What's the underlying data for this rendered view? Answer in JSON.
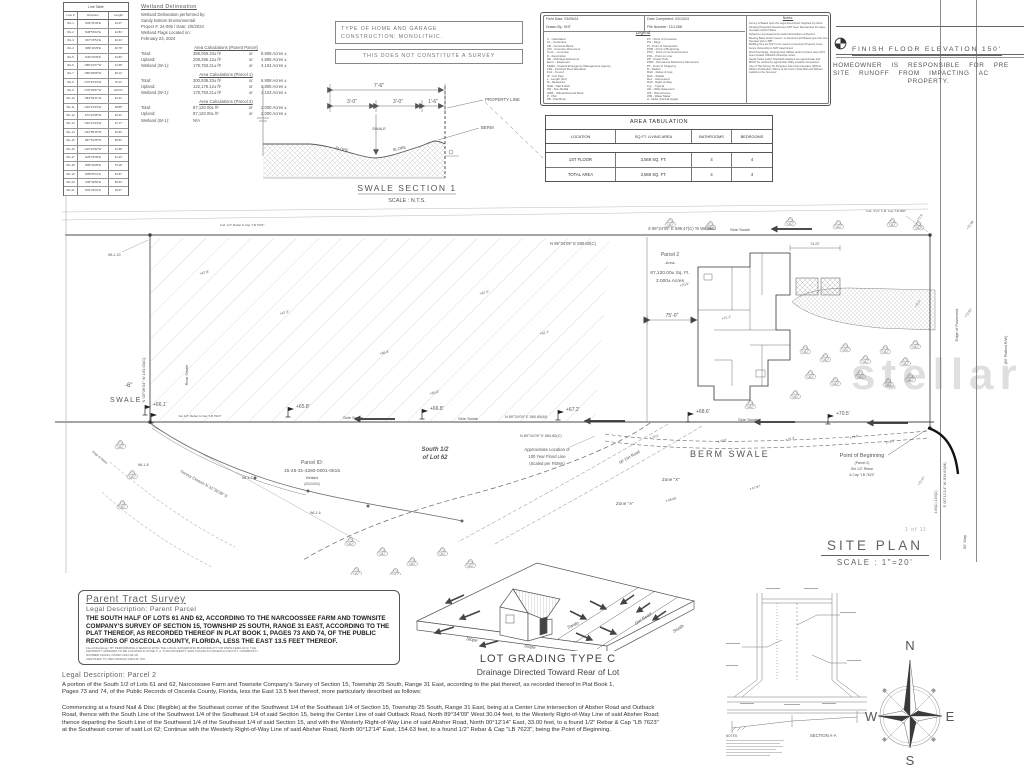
{
  "line_table": {
    "title": "Line Table",
    "headers": [
      "Line #",
      "Direction",
      "Length"
    ],
    "rows": [
      [
        "WL-1",
        "N09°35'43\"E",
        "19.27'"
      ],
      [
        "WL-2",
        "N38°56'10\"E",
        "22.84'"
      ],
      [
        "WL-3",
        "S67°25'51\"E",
        "42.44'"
      ],
      [
        "WL-4",
        "N89°40'29\"E",
        "49.78'"
      ],
      [
        "WL-5",
        "N40°20'33\"E",
        "24.83'"
      ],
      [
        "WL-6",
        "N85°22'07\"W",
        "31.58'"
      ],
      [
        "WL-7",
        "N89°38'08\"W",
        "48.12'"
      ],
      [
        "WL-8",
        "N75°52'24\"W",
        "76.12'"
      ],
      [
        "WL-9",
        "N78°39'57\"W",
        "100.07'"
      ],
      [
        "WL-10",
        "N84°56'11\"W",
        "64.41'"
      ],
      [
        "WL-11",
        "N10°13'43\"W",
        "38.85'"
      ],
      [
        "WL-12",
        "S74°16'58\"W",
        "30.31'"
      ],
      [
        "WL-13",
        "N32°14'44\"W",
        "37.17'"
      ],
      [
        "WL-14",
        "N42°58'16\"W",
        "62.82'"
      ],
      [
        "WL-15",
        "S87°51'48\"W",
        "58.91'"
      ],
      [
        "WL-16",
        "N16°34'52\"W",
        "31.88'"
      ],
      [
        "WL-17",
        "N29°25'39\"E",
        "61.43'"
      ],
      [
        "WL-18",
        "N89°39'28\"E",
        "79.18'"
      ],
      [
        "WL-19",
        "N88°05'11\"E",
        "34.87'"
      ],
      [
        "WL-20",
        "S09°39'56\"E",
        "59.63'"
      ],
      [
        "WL-21",
        "N02°26'31\"E",
        "18.67'"
      ]
    ]
  },
  "wetland": {
    "title": "Wetland Delineation",
    "intro": [
      "Wetland Delineation performed by:",
      "Sandy Bottom Environmental",
      "Project #: 24-005 / Date: 2/5/2024",
      "Wetland Flags Located on:",
      "February 23, 2024"
    ],
    "sections": [
      {
        "title": "Area Calculations (Parent Parcel)",
        "rows": [
          [
            "Total:",
            "388,059.33± ft²",
            "or",
            "8.908 Acres ±"
          ],
          [
            "Upland:",
            "209,296.12± ft²",
            "or",
            "4.805 Acres ±"
          ],
          [
            "Wetland (W-1):",
            "178,763.21± ft²",
            "or",
            "4.104 Acres ±"
          ]
        ]
      },
      {
        "title": "Area Calculations (Parcel 1)",
        "rows": [
          [
            "Total:",
            "300,939.33± ft²",
            "or",
            "6.908 Acres ±"
          ],
          [
            "Upland:",
            "122,176.12± ft²",
            "or",
            "2.805 Acres ±"
          ],
          [
            "Wetland (W-1):",
            "178,763.21± ft²",
            "or",
            "4.103 Acres ±"
          ]
        ]
      },
      {
        "title": "Area Calculations (Parcel 2)",
        "rows": [
          [
            "Total:",
            "87,120.00± ft²",
            "or",
            "2.000 Acres ±"
          ],
          [
            "Upland:",
            "87,120.00± ft²",
            "or",
            "2.000 Acres ±"
          ],
          [
            "Wetland (W-1):",
            "N/A",
            "",
            ""
          ]
        ]
      }
    ]
  },
  "construction_notes": {
    "box1_l1": "TYPE OF HOME AND GARAGE",
    "box1_l2": "CONSTRUCTION: MONOLITHIC.",
    "box2": "THIS DOES NOT CONSTITUTE A SURVEY"
  },
  "swale_section": {
    "dim_total": "7'-6\"",
    "dim_a": "3'-0\"",
    "dim_b": "3'-0\"",
    "dim_c": "1'-6\"",
    "swale": "SWALE",
    "slope_left": "SLOPE",
    "slope_right": "SLOPE",
    "property_line": "PROPERTY LINE",
    "berm": "BERM",
    "title": "SWALE SECTION 1",
    "scale": "SCALE : N.T.S."
  },
  "legend_box": {
    "field_date": "Field Date: 03/05/24",
    "completed": "Date Completed: 03/13/24",
    "drawn_by": "Drawn By: SHT",
    "file_number": "File Number: 15-1268",
    "legend_title": "Legend",
    "notes_title": "Notes:",
    "col1": [
      "C - Calculated",
      "CL - Centerline",
      "CB - Concrete Block",
      "CM - Concrete Monument",
      "Conc. - Concrete",
      "D - Description",
      "DE - Drainage Easement",
      "Esmt. - Easement",
      "FEMA - Federal Emergency Management Agency",
      "FFE - Finished Floor Elevation",
      "Fnd. - Found",
      "IP - Iron Pipe",
      "L - Length (Arc)",
      "M - Measured",
      "N&D - Nail & Disk",
      "NR - Non-Radial",
      "ORB - Official Records Book",
      "P - Plat",
      "PB - Plat Book"
    ],
    "col2": [
      "PC - Point of Curvature",
      "PG - Page",
      "PI - Point of Intersection",
      "POB - Point of Beginning",
      "POC - Point of Commencement",
      "POL - Point on Line",
      "PP - Power Pole",
      "PRM - Permanent Reference Monument",
      "PT - Point of Tangency",
      "R - Radius",
      "R&C - Rebar & Cap",
      "Rad. - Radial",
      "Rec. - Recovered",
      "R/W - Right-of-Way",
      "Typ. - Typical",
      "UE - Utility Easement",
      "WF - Wood Fence",
      "WM - Water Meter",
      "Δ - Delta (Central Angle)"
    ],
    "notes": [
      "Survey is Based upon the Legal Description Supplied by Client.",
      "Abutting Properties Deeds have NOT been Researched for Gaps, Overlaps and/or Hiatus.",
      "Subject to any Easements and/or Restrictions of Record.",
      "Bearing Basis shown hereon, is Assumed and Based upon the Line Denoted with a \"BB\".",
      "Building Ties are NOT to be used to reconstruct Property Lines.",
      "Fence Ownership is NOT determined.",
      "Roof Overhangs, Underground Utilities and/or Footers have NOT been located UNLESS otherwise noted.",
      "Septic Tanks and/or Drainfield locations are approximate and MUST be verified by appropriate Utility Location Companies.",
      "Use of This Survey for Purposes other than Intended, Without Written Verification, Will be at the User's Sole Risk and Without Liability to the Surveyor."
    ]
  },
  "area_tabulation": {
    "title": "AREA TABULATION",
    "headers": [
      "LOCATION",
      "SQ.FT. LIVING AREA",
      "BATHROOMS",
      "BEDROOMS"
    ],
    "rows": [
      [
        "1ST FLOOR",
        "3,569 SQ. FT.",
        "4",
        "4"
      ],
      [
        "TOTAL AREA",
        "3,569 SQ. FT.",
        "4",
        "4"
      ]
    ]
  },
  "finish_floor": {
    "label": "FINISH FLOOR ELEVATION 150'",
    "homeowner_l1": "HOMEOWNER IS RESPONSIBLE FOR PRE",
    "homeowner_l2": "SITE RUNOFF FROM IMPACTING AC",
    "homeowner_l3": "PROPERTY."
  },
  "site_plan": {
    "title": "SITE PLAN",
    "scale": "SCALE : 1\"=20'",
    "sheet_note": "1 of 11",
    "labels": {
      "top_bearing": "S 89°34'09\" E 599.47(C) To Wetland",
      "top_bearing2": "N 89°34'09\" E 580.80(C)",
      "side_swale": "Side Swale",
      "parcel2_1": "Parcel 2",
      "parcel2_2": "-Area-",
      "parcel2_3": "87,120.00± Sq. Ft.",
      "parcel2_4": "2.000± Acres",
      "dim75": "75'-0\"",
      "tie1": "74.22'",
      "south_1": "South 1/2",
      "south_2": "of Lot 62",
      "pid_1": "Parcel ID:",
      "pid_2": "15-25-31-4260-0001-0615",
      "pid_3": "Wetland",
      "pid_4": "(02/24/24)",
      "flood_1": "Approximate Location of",
      "flood_2": "100 Year Flood Line",
      "flood_3": "(Scaled per FEMA)",
      "zone_x": "Zone \"X\"",
      "zone_a": "Zone \"A\"",
      "dirt_road": "50' Dirt Road",
      "berm_swale": "BERM SWALE",
      "pob_1": "Point of Beginning",
      "pob_2": "(Parcel 2)",
      "pob_3": "Set 1/2\" Rebar",
      "pob_4": "& Cap \"LB 7623\"",
      "bot_bearing_m": "N 89°34'09\" E 580.85(M)",
      "bot_bearing_c": "N 89°34'09\" E 580.80(C)",
      "spots": [
        "+66.1'",
        "+65.8'",
        "+66.8'",
        "+67.2'",
        "+68.6'",
        "+70.5'"
      ],
      "grade_spots": [
        "+67.8'",
        "+67.3'",
        "+66.9'",
        "+67.5'",
        "+61.1'",
        "+65.8'",
        "+70.6'",
        "+71.1'"
      ],
      "berm_spots": [
        "x 70.2'",
        "x 70.9'",
        "x 71.2'",
        "x 71.5'",
        "x 71.7'",
        "x 68.98'",
        "x 67.87'"
      ],
      "road_spots": [
        "+72.9'",
        "+72.98'",
        "+72.4'",
        "+72.62'",
        "+72.47'"
      ],
      "west_bearing": "N 00°06'04\" W 150.00(C)",
      "rear_swale": "Rear Swale",
      "swale6_1": "-6\"",
      "swale6_2": "SWALE",
      "wl20": "WL1-20",
      "wl8": "WL1-8",
      "wl7": "WL1-7",
      "wl6": "WL1-6",
      "survey_closure": "Survey Closure N 31°30'39\" E",
      "set_rebar": "Set 1/2\" Rebar & Cap \"LB 7623\"",
      "fnd_rebar": "Fnd. 1/2\" Rebar & Cap \"LB 7623\"",
      "fnd_cm": "Fnd. 4\"x4\" C.M. Cap \"LB 968\"",
      "edge_pavement": "Edge of Pavement",
      "road_bearing": "S 00°12'14\" W 304.63(M)",
      "road_dims": "4.65(C) 4.63(C)",
      "way50": "50' Way",
      "platted": "(60' Platted R/W)",
      "edge_water": "Edge of Water"
    }
  },
  "watermark": {
    "text": "stellar"
  },
  "parent_tract": {
    "title": "Parent Tract Survey",
    "subtitle": "Legal Description: Parent Parcel",
    "body": "THE SOUTH HALF OF LOTS 61 AND 62, ACCORDING TO THE NARCOOSSEE FARM AND TOWNSITE COMPANY'S SURVEY OF SECTION 15, TOWNSHIP 25 SOUTH, RANGE 31 EAST, ACCORDING TO THE PLAT THEREOF, AS RECORDED THEREOF IN PLAT BOOK 1, PAGES 73 AND 74, OF THE PUBLIC RECORDS OF OSCEOLA COUNTY, FLORIDA, LESS THE EAST 13.5 FEET THEREOF.",
    "disclaimer": [
      "Flood Disclaimer: BY PERFORMING A SEARCH WITH THE LOCAL GOVERNING MUNICIPALITY OR WWW.FEMA.GOV, THE",
      "PROPERTY APPEARS TO BE LOCATED IN ZONE X, A. THIS PROPERTY WAS FOUND IN OSCEOLA COUNTY, COMMUNITY",
      "NUMBER 120194, DATED 2013-06-18.",
      "CERTIFIED TO: BEN DESIGN GROUP, INC."
    ]
  },
  "legal_parcel2": {
    "heading": "Legal Description: Parcel 2",
    "para1": "A portion of the South 1/2 of Lots 61 and 62, Narcoossee Farm and Townsite Company's Survey of Section 15, Township 25 South, Range 31 East, according to the plat thereof, as recorded thereof in Plat Book 1, Pages 73 and 74, of the Public Records of Osceola County, Florida, less the East 13.5 feet thereof, more particularly described as follows:",
    "para2": "Commencing at a found Nail & Disc (illegible) at the Southeast corner of the Southwest 1/4 of the Southeast 1/4 of Section 15, Township 25 South, Range 31 East, being at a Center Line intersection of Absher Road and Outback Road, thence with the South Line of the Southwest 1/4 of the Southeast 1/4 of said Section 15, being the Center Line of said Outback Road, North 89°34'09\" West 30.04 feet, to the Westerly Right-of-Way Line of said Absher Road; thence departing the South Line of the Southwest 1/4 of the Southeast 1/4 of said Section 15, and with the Westerly Right-of-Way Line of said Absher Road, North 00°12'14\" East, 33.00 feet, to a found 1/2\" Rebar & Cap \"LB 7623\" at the Southeast corner of said Lot 62; Continue with the Westerly Right-of-Way Line of said Absher Road, North 00°12'14\" East, 154.63 feet, to a found 1/2\" Rebar & Cap \"LB 7623\", being the Point of Beginning."
  },
  "lot_grading": {
    "title": "LOT GRADING TYPE C",
    "subtitle": "Drainage Directed Toward Rear of Lot",
    "slope_a": "Slope",
    "slope_b": "Slope",
    "swale_a": "Swale",
    "dirt_road": "Dirt Road",
    "swale_b": "Swale"
  },
  "driveway_detail": {
    "section_label": "SECTION A-A",
    "notes_label": "NOTES:"
  },
  "compass": {
    "n": "N",
    "e": "E",
    "s": "S",
    "w": "W"
  }
}
